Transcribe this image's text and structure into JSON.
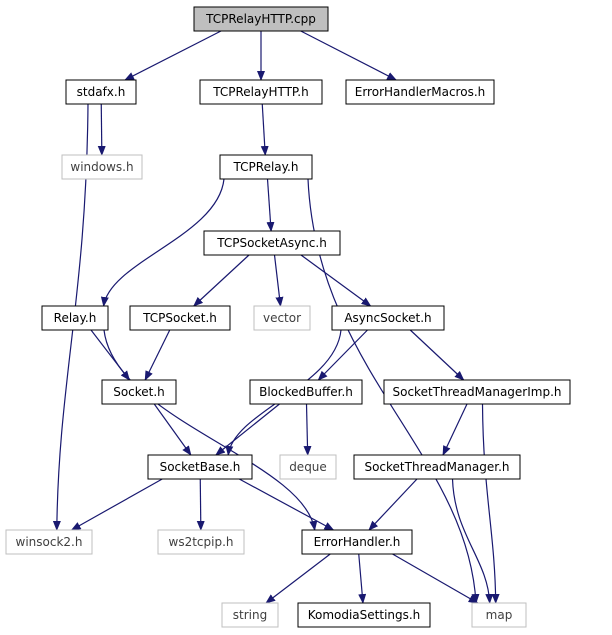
{
  "graph": {
    "root": "TCPRelayHTTP.cpp",
    "colors": {
      "root_fill": "#bfbfbf",
      "node_fill": "#ffffff",
      "node_border": "#000000",
      "external_border": "#bfbfbf",
      "edge": "#191970"
    },
    "nodes": [
      {
        "id": "root",
        "label": "TCPRelayHTTP.cpp",
        "kind": "root"
      },
      {
        "id": "stdafx",
        "label": "stdafx.h",
        "kind": "file"
      },
      {
        "id": "tcprelayhttp",
        "label": "TCPRelayHTTP.h",
        "kind": "file"
      },
      {
        "id": "errmacros",
        "label": "ErrorHandlerMacros.h",
        "kind": "file"
      },
      {
        "id": "windows",
        "label": "windows.h",
        "kind": "external"
      },
      {
        "id": "tcprelay",
        "label": "TCPRelay.h",
        "kind": "file"
      },
      {
        "id": "tcpsockasync",
        "label": "TCPSocketAsync.h",
        "kind": "file"
      },
      {
        "id": "relay",
        "label": "Relay.h",
        "kind": "file"
      },
      {
        "id": "tcpsocket",
        "label": "TCPSocket.h",
        "kind": "file"
      },
      {
        "id": "vector",
        "label": "vector",
        "kind": "external"
      },
      {
        "id": "asyncsocket",
        "label": "AsyncSocket.h",
        "kind": "file"
      },
      {
        "id": "socket",
        "label": "Socket.h",
        "kind": "file"
      },
      {
        "id": "blockedbuffer",
        "label": "BlockedBuffer.h",
        "kind": "file"
      },
      {
        "id": "stmimp",
        "label": "SocketThreadManagerImp.h",
        "kind": "file"
      },
      {
        "id": "socketbase",
        "label": "SocketBase.h",
        "kind": "file"
      },
      {
        "id": "deque",
        "label": "deque",
        "kind": "external"
      },
      {
        "id": "stm",
        "label": "SocketThreadManager.h",
        "kind": "file"
      },
      {
        "id": "winsock2",
        "label": "winsock2.h",
        "kind": "external"
      },
      {
        "id": "ws2tcpip",
        "label": "ws2tcpip.h",
        "kind": "external"
      },
      {
        "id": "errhandler",
        "label": "ErrorHandler.h",
        "kind": "file"
      },
      {
        "id": "string",
        "label": "string",
        "kind": "external"
      },
      {
        "id": "komodia",
        "label": "KomodiaSettings.h",
        "kind": "file"
      },
      {
        "id": "map",
        "label": "map",
        "kind": "external"
      }
    ],
    "edges": [
      {
        "from": "root",
        "to": "stdafx"
      },
      {
        "from": "root",
        "to": "tcprelayhttp"
      },
      {
        "from": "root",
        "to": "errmacros"
      },
      {
        "from": "stdafx",
        "to": "windows"
      },
      {
        "from": "stdafx",
        "to": "winsock2"
      },
      {
        "from": "tcprelayhttp",
        "to": "tcprelay"
      },
      {
        "from": "tcprelay",
        "to": "tcpsockasync"
      },
      {
        "from": "tcprelay",
        "to": "relay"
      },
      {
        "from": "tcprelay",
        "to": "map"
      },
      {
        "from": "tcpsockasync",
        "to": "tcpsocket"
      },
      {
        "from": "tcpsockasync",
        "to": "vector"
      },
      {
        "from": "tcpsockasync",
        "to": "asyncsocket"
      },
      {
        "from": "relay",
        "to": "socket"
      },
      {
        "from": "relay",
        "to": "errhandler"
      },
      {
        "from": "tcpsocket",
        "to": "socket"
      },
      {
        "from": "asyncsocket",
        "to": "socketbase"
      },
      {
        "from": "asyncsocket",
        "to": "blockedbuffer"
      },
      {
        "from": "asyncsocket",
        "to": "stmimp"
      },
      {
        "from": "socket",
        "to": "socketbase"
      },
      {
        "from": "blockedbuffer",
        "to": "socketbase"
      },
      {
        "from": "blockedbuffer",
        "to": "deque"
      },
      {
        "from": "stmimp",
        "to": "stm"
      },
      {
        "from": "stmimp",
        "to": "map"
      },
      {
        "from": "socketbase",
        "to": "winsock2"
      },
      {
        "from": "socketbase",
        "to": "ws2tcpip"
      },
      {
        "from": "socketbase",
        "to": "errhandler"
      },
      {
        "from": "stm",
        "to": "errhandler"
      },
      {
        "from": "stm",
        "to": "map"
      },
      {
        "from": "errhandler",
        "to": "string"
      },
      {
        "from": "errhandler",
        "to": "komodia"
      },
      {
        "from": "errhandler",
        "to": "map"
      }
    ]
  }
}
